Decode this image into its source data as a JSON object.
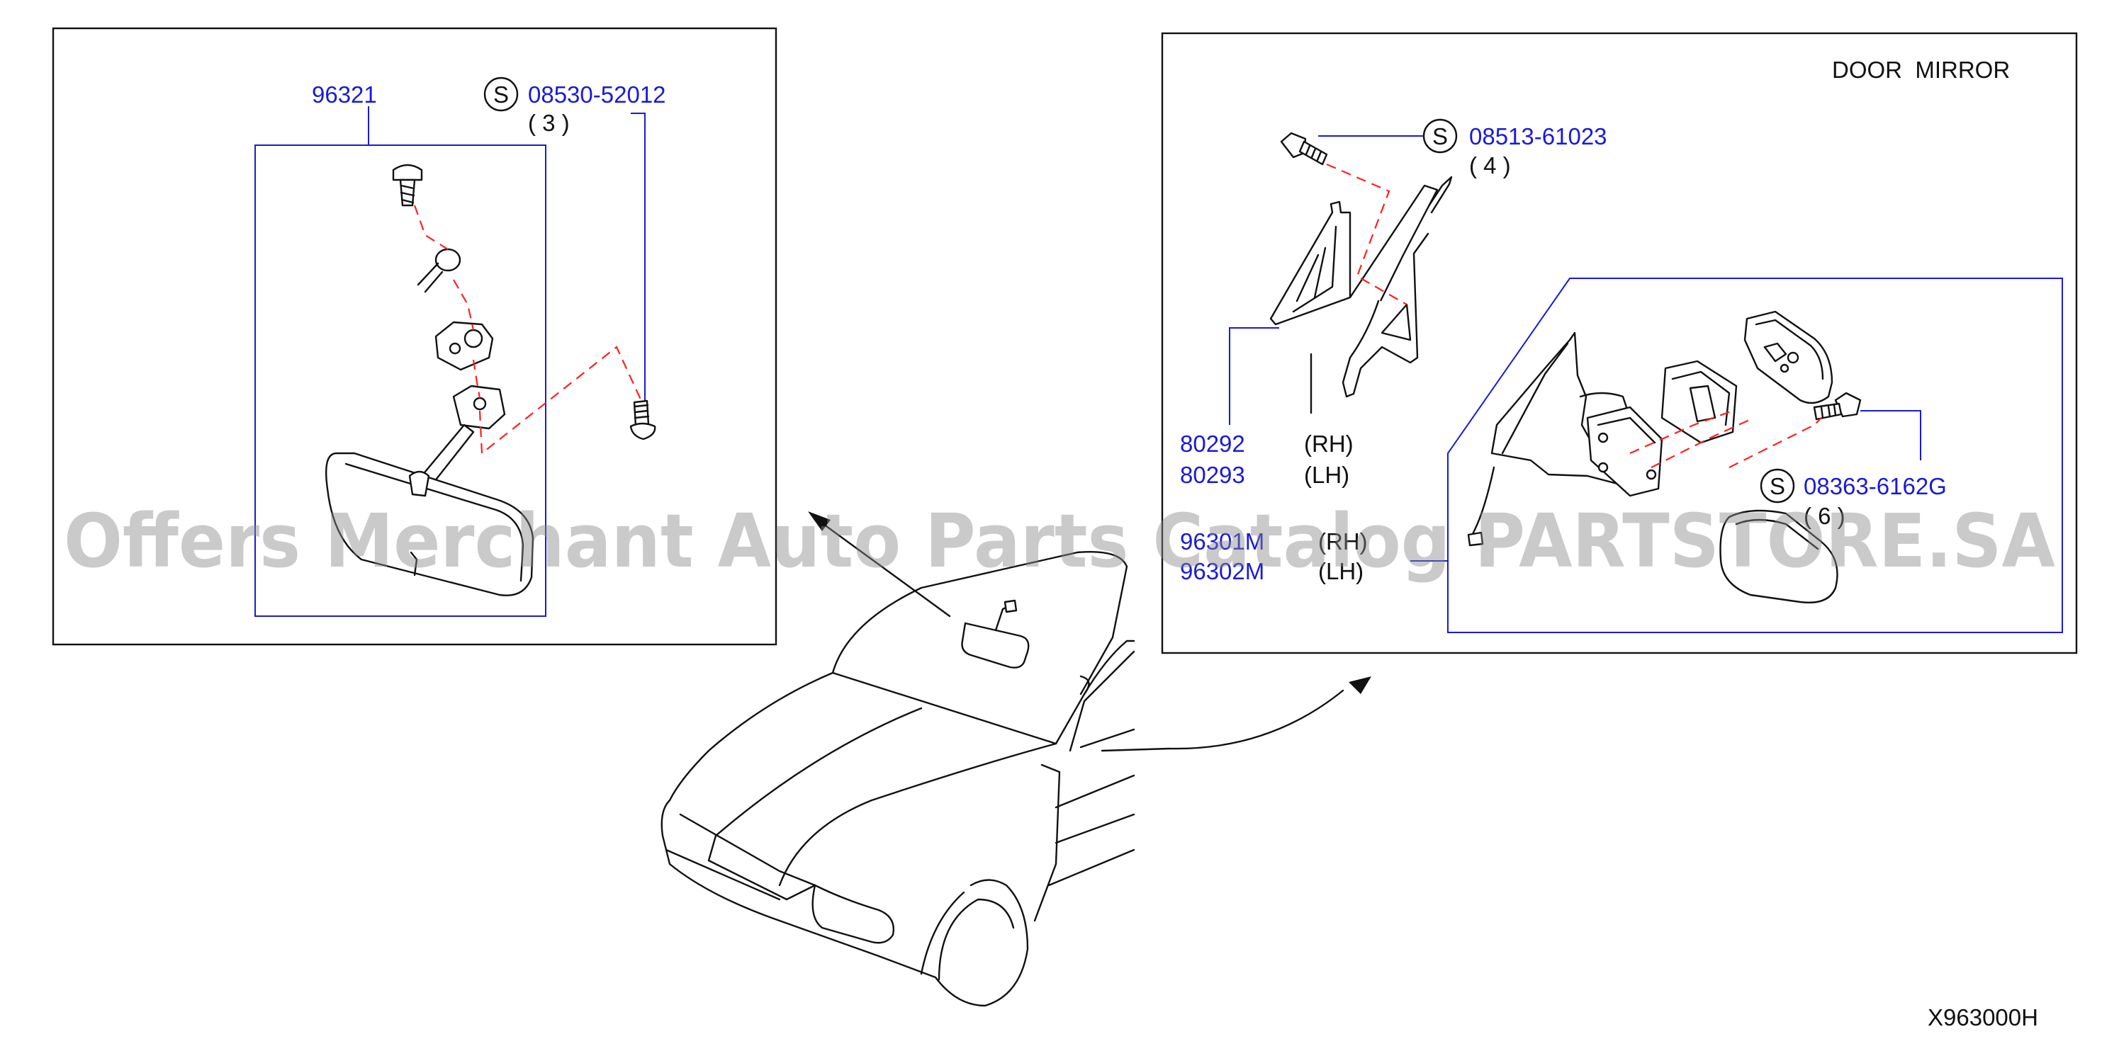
{
  "rear_view_mirror_panel": {
    "part_number": "96321",
    "screw_callout": {
      "symbol": "S",
      "part_number": "08530-52012",
      "quantity": "( 3 )"
    }
  },
  "door_mirror_panel": {
    "title": "DOOR  MIRROR",
    "bolt_callout": {
      "symbol": "S",
      "part_number": "08513-61023",
      "quantity": "( 4 )"
    },
    "finisher_parts": [
      {
        "part_number": "80292",
        "side": "(RH)"
      },
      {
        "part_number": "80293",
        "side": "(LH)"
      }
    ],
    "mirror_parts": [
      {
        "part_number": "96301M",
        "side": "(RH)"
      },
      {
        "part_number": "96302M",
        "side": "(LH)"
      }
    ],
    "screw_callout": {
      "symbol": "S",
      "part_number": "08363-6162G",
      "quantity": "( 6 )"
    }
  },
  "drawing_code": "X963000H",
  "watermark": "Offers Merchant Auto Parts Catalog PARTSTORE.SA",
  "colors": {
    "part_number_text": "#1a1ad6",
    "leader_lines": "#1a1ad6",
    "assembly_dashes": "#ff2020",
    "line_art": "#111111",
    "watermark": "#8a8a8a"
  }
}
